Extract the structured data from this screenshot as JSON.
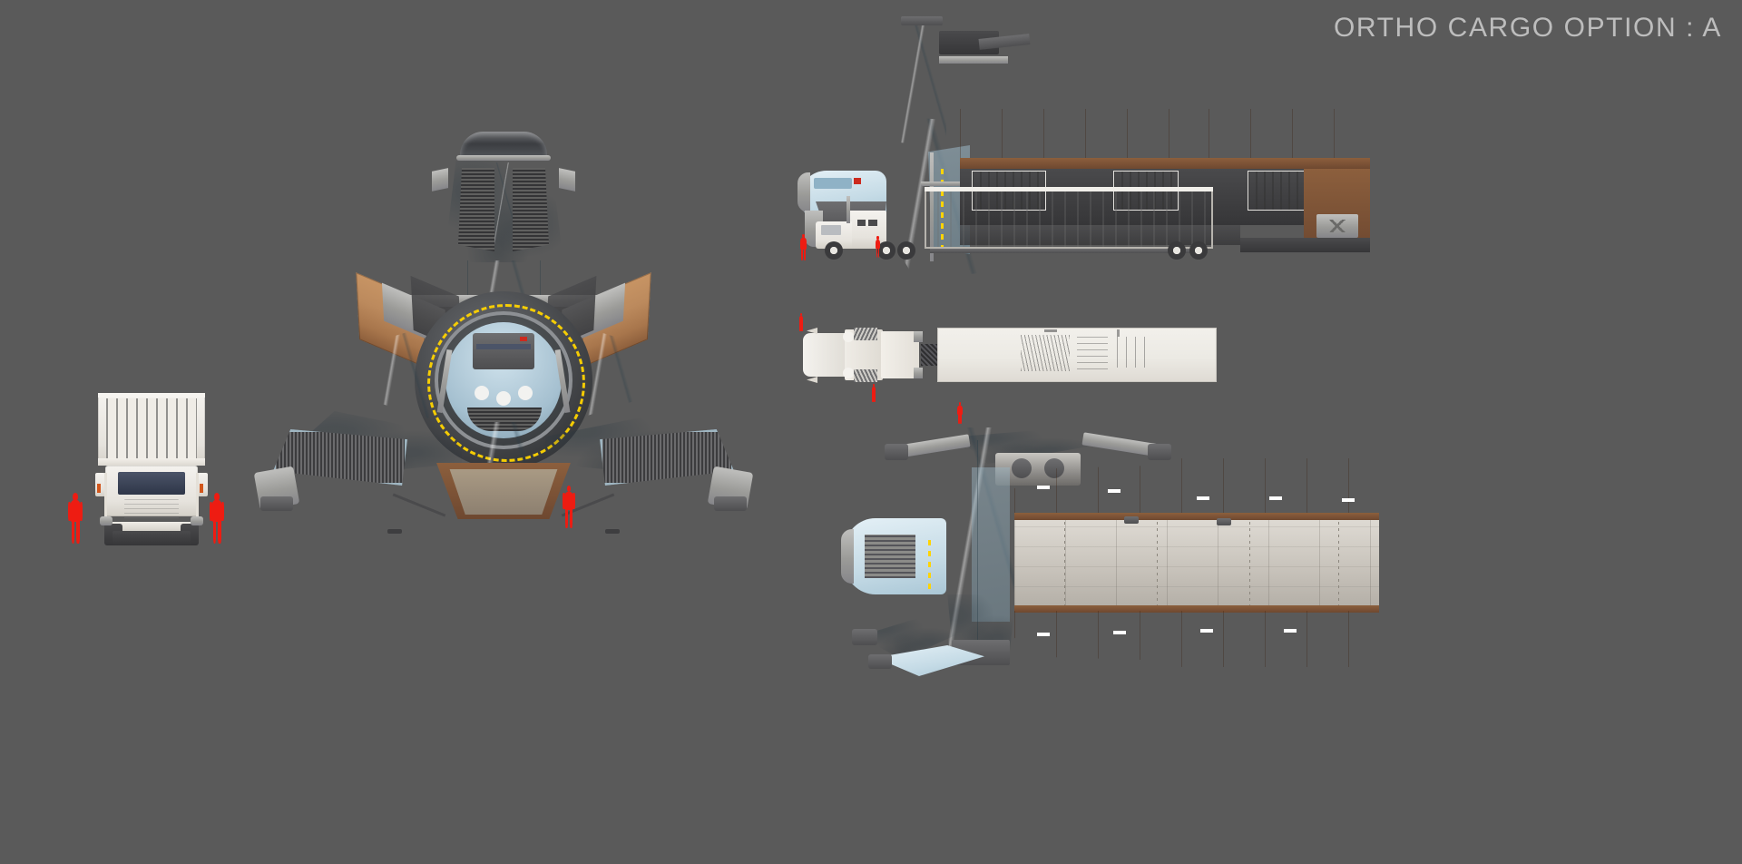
{
  "sheet": {
    "title": "ORTHO CARGO OPTION : A",
    "background_color": "#5a5a5a",
    "title_color": "#bdbdbd"
  },
  "palette": {
    "hull_light": "#c8dde8",
    "hull_mid": "#a8c5d4",
    "hull_dark": "#7e9cac",
    "wood_cargo": "#bc8a5d",
    "wood_cargo_dark": "#8d5f3c",
    "metal_gray": "#9b9b98",
    "deck_concrete": "#c5c0b8",
    "truck_white": "#efece6",
    "scale_figure_red": "#ee1c12",
    "marking_yellow": "#ffd400",
    "windshield_navy": "#2e3648",
    "vent_dark": "#3c3c3e"
  },
  "views": [
    {
      "id": "front-truck-scale",
      "name": "Truck Front Elevation With Human Scale",
      "label": "",
      "notes": "White semi tractor seen head-on, navy windshield, flanked by two red human scale figures"
    },
    {
      "id": "main-front-ship",
      "name": "Cargo Ship Front Elevation",
      "label": "",
      "notes": "Tri-lobed cargo hauler, pale blue hull, central docking ring with yellow dashed marking, dorsal bridge pod, copper cargo pods on arms"
    },
    {
      "id": "side-elevation",
      "name": "Cargo Ship Side Elevation With Truck And Trailer",
      "label": "",
      "notes": "Ship side profile with tan cargo deck, dark container bay, white semi truck and box trailer parked alongside"
    },
    {
      "id": "truck-plan",
      "name": "Semi Truck And Trailer Plan View",
      "label": "",
      "notes": "Top-down view of white tractor and long trailer with technical decal panel"
    },
    {
      "id": "ship-plan",
      "name": "Cargo Ship Plan View",
      "label": "",
      "notes": "Top-down of ship bow with twin tan cargo rails flanking a light concrete-gray flat deck"
    }
  ],
  "scale_figures": [
    {
      "view": "front-truck-scale",
      "side": "left"
    },
    {
      "view": "front-truck-scale",
      "side": "right"
    },
    {
      "view": "main-front-ship",
      "side": "right-of-center"
    },
    {
      "view": "side-elevation",
      "side": "left-of-truck"
    },
    {
      "view": "side-elevation",
      "side": "under-cab"
    },
    {
      "view": "truck-plan",
      "side": "front"
    },
    {
      "view": "truck-plan",
      "side": "rear"
    },
    {
      "view": "ship-plan",
      "side": "left"
    }
  ],
  "chart_data": null
}
